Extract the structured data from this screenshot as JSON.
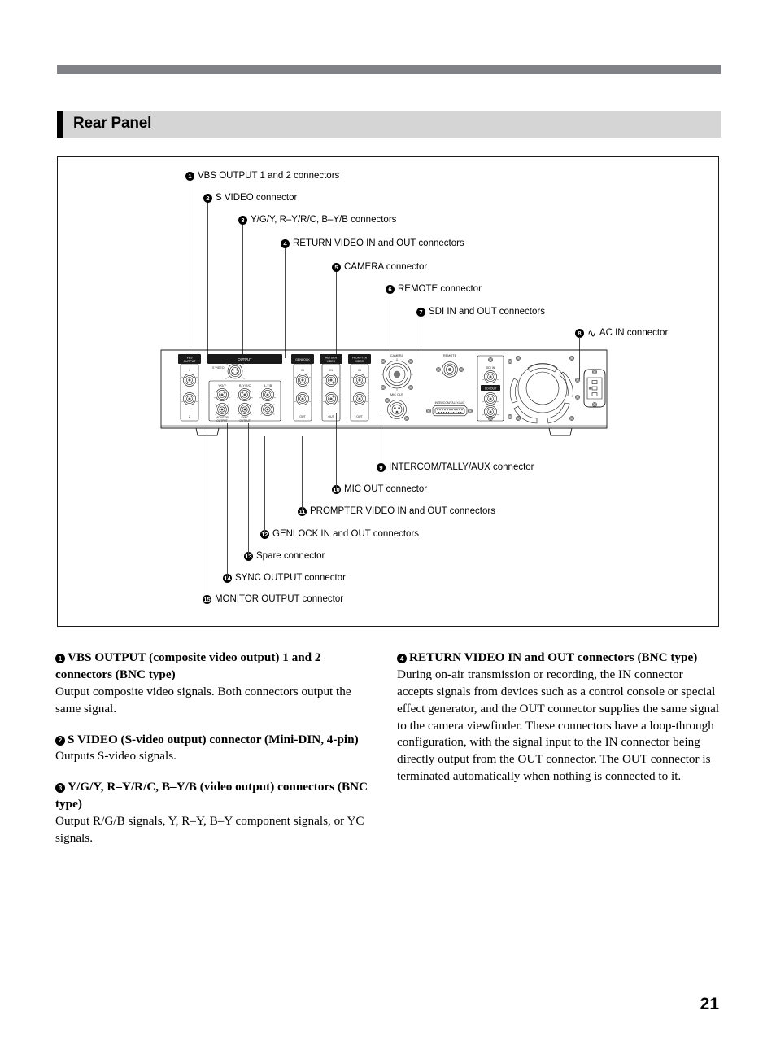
{
  "page": {
    "number": "21",
    "section_title": "Rear Panel"
  },
  "figure": {
    "callouts_top": [
      {
        "num": "1",
        "label": "VBS OUTPUT 1 and 2 connectors"
      },
      {
        "num": "2",
        "label": "S VIDEO connector"
      },
      {
        "num": "3",
        "label": "Y/G/Y, R–Y/R/C, B–Y/B connectors"
      },
      {
        "num": "4",
        "label": "RETURN VIDEO IN and OUT connectors"
      },
      {
        "num": "5",
        "label": "CAMERA connector"
      },
      {
        "num": "6",
        "label": "REMOTE connector"
      },
      {
        "num": "7",
        "label": "SDI IN and OUT connectors"
      },
      {
        "num": "8",
        "label": "AC IN connector",
        "prefix_symbol": "∿"
      }
    ],
    "callouts_bottom": [
      {
        "num": "9",
        "label": "INTERCOM/TALLY/AUX connector"
      },
      {
        "num": "10",
        "label": "MIC OUT connector"
      },
      {
        "num": "11",
        "label": "PROMPTER VIDEO IN and OUT connectors"
      },
      {
        "num": "12",
        "label": "GENLOCK IN and OUT connectors"
      },
      {
        "num": "13",
        "label": "Spare connector"
      },
      {
        "num": "14",
        "label": "SYNC OUTPUT connector"
      },
      {
        "num": "15",
        "label": "MONITOR OUTPUT connector"
      }
    ],
    "panel_labels": {
      "vbs_output": "VBS OUTPUT",
      "vbs_1": "1",
      "vbs_2": "2",
      "output": "OUTPUT",
      "s_video": "S VIDEO",
      "yg_y": "Y/G/Y",
      "ryrc": "R–Y/R/C",
      "byb": "B–Y/B",
      "monitor_output": "MONITOR OUTPUT",
      "sync_output": "SYNC OUTPUT",
      "genlock": "GENLOCK",
      "return_video": "RETURN VIDEO",
      "prompter_video": "PROMPTER VIDEO",
      "in": "IN",
      "out": "OUT",
      "camera": "CAMERA",
      "mic_out": "MIC OUT",
      "remote": "REMOTE",
      "intercom": "INTERCOM/TALLY/AUX",
      "sdi_in": "SDI IN",
      "sdi_out": "SDI OUT"
    }
  },
  "descriptions": {
    "left": [
      {
        "num": "1",
        "head": "VBS OUTPUT (composite video output) 1 and 2 connectors (BNC type)",
        "desc": "Output composite video signals. Both connectors output the same signal."
      },
      {
        "num": "2",
        "head": "S VIDEO (S-video output) connector (Mini-DIN, 4-pin)",
        "desc": "Outputs S-video signals."
      },
      {
        "num": "3",
        "head": "Y/G/Y, R–Y/R/C, B–Y/B (video output) connectors (BNC type)",
        "desc": "Output R/G/B signals, Y, R–Y, B–Y component signals, or YC signals."
      }
    ],
    "right": [
      {
        "num": "4",
        "head": "RETURN VIDEO IN and OUT connectors (BNC type)",
        "desc": "During on-air transmission or recording, the IN connector accepts signals from devices such as a control console or special effect generator, and the OUT connector supplies the same signal to the camera viewfinder. These connectors have a loop-through configuration, with the signal input to the IN connector being directly output from the OUT connector. The OUT connector is terminated automatically when nothing is connected to it."
      }
    ]
  },
  "colors": {
    "rule": "#808287",
    "header_bg": "#d5d5d5",
    "leader": "#4a4a4a",
    "ink": "#000000"
  }
}
